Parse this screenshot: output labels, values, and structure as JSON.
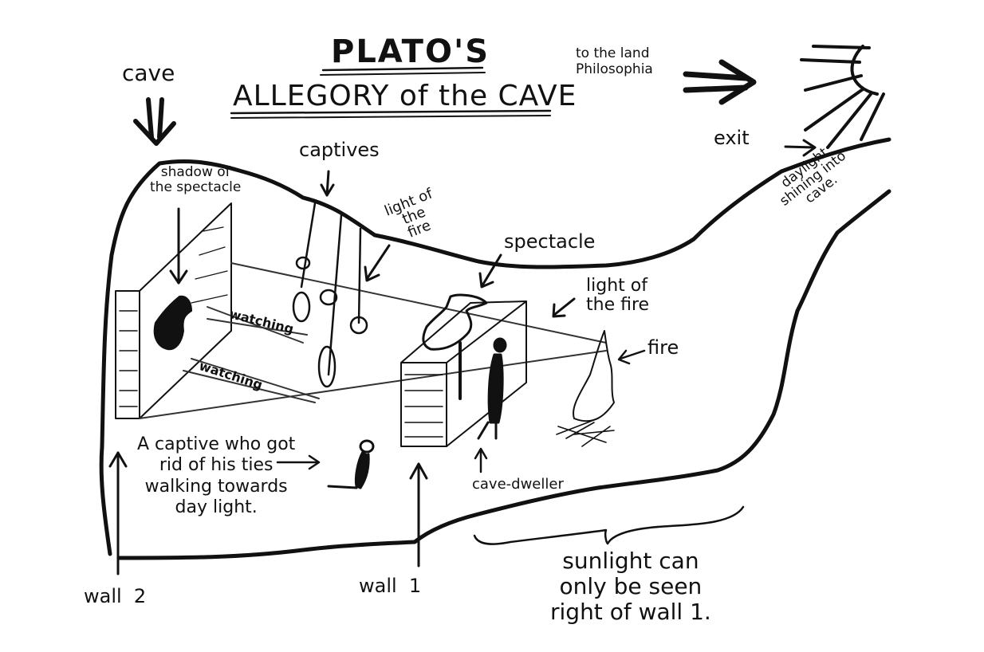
{
  "title": {
    "line1": "PLATO'S",
    "line2": "ALLEGORY of the CAVE"
  },
  "labels": {
    "cave": "cave",
    "to_land": "to the land\nPhilosophia",
    "exit": "exit",
    "daylight": "daylight\nshining into\ncave.",
    "captives": "captives",
    "shadow": "shadow of\nthe spectacle",
    "light_fire_upper": "light of\nthe\nfire",
    "spectacle": "spectacle",
    "light_fire_right": "light of\nthe fire",
    "fire": "fire",
    "watching_1": "watching",
    "watching_2": "watching",
    "freed_captive": "A captive who got\nrid of his ties\nwalking towards\nday light.",
    "cave_dweller": "cave-dweller",
    "wall2": "wall  2",
    "wall1": "wall  1",
    "sunlight_note": "sunlight can\nonly be seen\nright of wall 1."
  },
  "colors": {
    "ink": "#111111",
    "paper": "#ffffff"
  }
}
